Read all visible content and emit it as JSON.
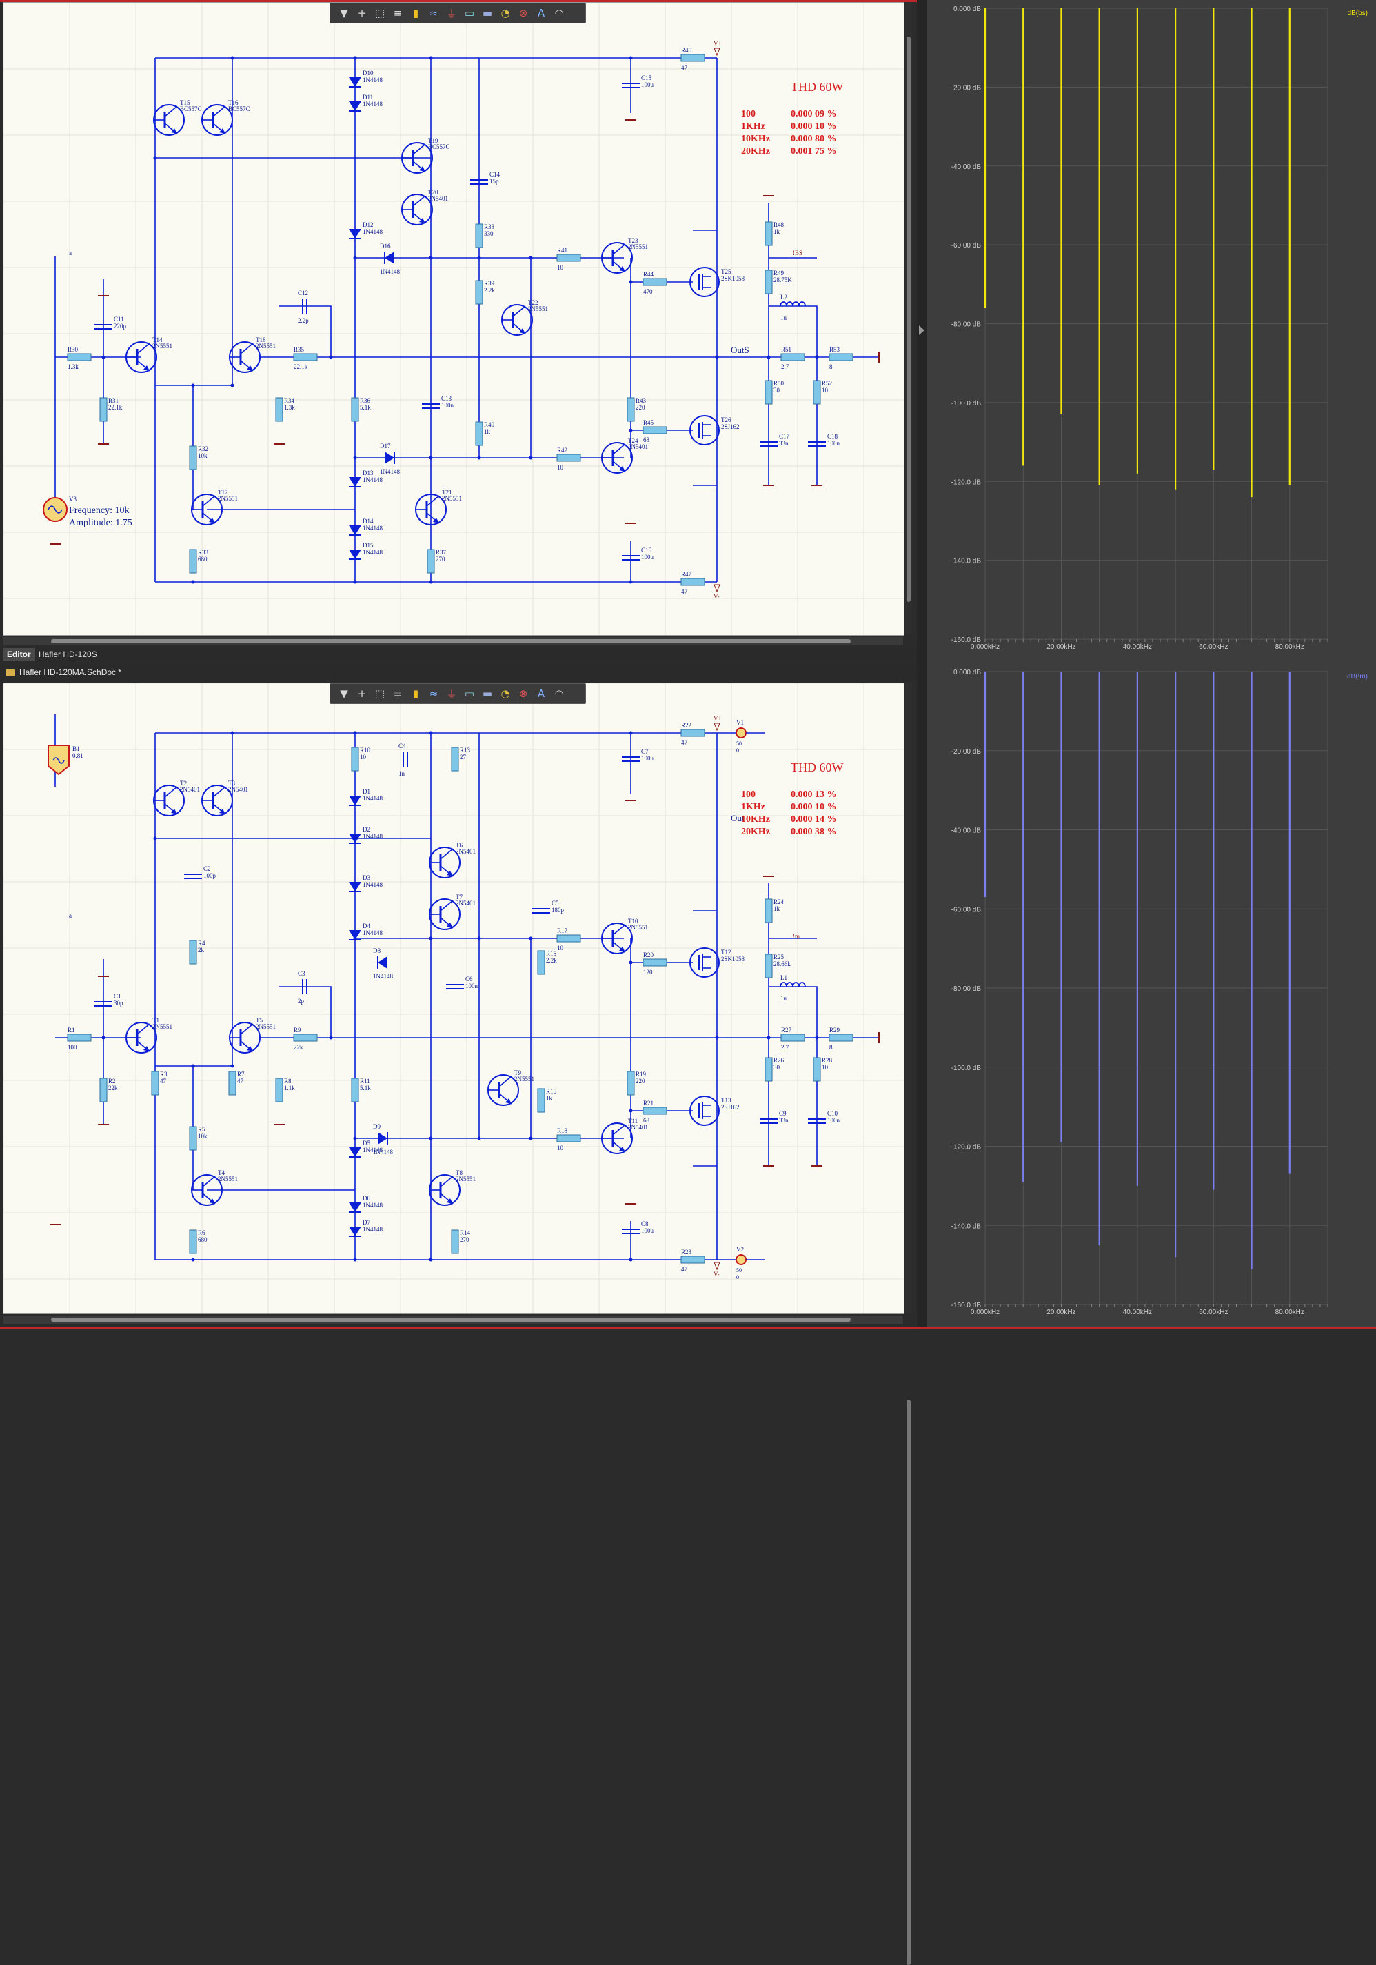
{
  "colors": {
    "wire": "#0b1fd6",
    "text": "#0b1f8e",
    "red": "#d81f1f",
    "resistor": "#7dc6e8",
    "rail": "#8a1818",
    "yellowSeries": "#f2e60a",
    "blueSeries": "#7b7ff0"
  },
  "tabs": {
    "editor": "Editor",
    "project": "Hafler HD-120S"
  },
  "document": {
    "name": "Hafler HD-120MA.SchDoc *"
  },
  "toolbar_icons": [
    "filter-icon",
    "plus-icon",
    "select-rect-icon",
    "align-icon",
    "component-icon",
    "bus-icon",
    "ground-icon",
    "port-icon",
    "net-icon",
    "tag-icon",
    "probe-icon",
    "text-icon",
    "arc-icon"
  ],
  "schematic_top": {
    "thd": {
      "title": "THD 60W",
      "rows": [
        {
          "f": "100",
          "v": "0.000 09 %"
        },
        {
          "f": "1KHz",
          "v": "0.000 10 %"
        },
        {
          "f": "10KHz",
          "v": "0.000 80 %"
        },
        {
          "f": "20KHz",
          "v": "0.001 75 %"
        }
      ]
    },
    "source": {
      "ref": "V3",
      "freq": "Frequency: 10k",
      "amp": "Amplitude: 1.75"
    },
    "labels": {
      "in": "a",
      "out": "OutS",
      "probe": "!BS",
      "vplus": "V+",
      "vminus": "V-"
    },
    "resistors": [
      {
        "ref": "R30",
        "val": "1.3k"
      },
      {
        "ref": "R31",
        "val": "22.1k"
      },
      {
        "ref": "R32",
        "val": "10k"
      },
      {
        "ref": "R33",
        "val": "680"
      },
      {
        "ref": "R34",
        "val": "1.3k"
      },
      {
        "ref": "R35",
        "val": "22.1k"
      },
      {
        "ref": "R36",
        "val": "5.1k"
      },
      {
        "ref": "R37",
        "val": "270"
      },
      {
        "ref": "R38",
        "val": "330"
      },
      {
        "ref": "R39",
        "val": "2.2k"
      },
      {
        "ref": "R40",
        "val": "1k"
      },
      {
        "ref": "R41",
        "val": "10"
      },
      {
        "ref": "R42",
        "val": "10"
      },
      {
        "ref": "R43",
        "val": "220"
      },
      {
        "ref": "R44",
        "val": "470"
      },
      {
        "ref": "R45",
        "val": "68"
      },
      {
        "ref": "R46",
        "val": "47"
      },
      {
        "ref": "R47",
        "val": "47"
      },
      {
        "ref": "R48",
        "val": "1k"
      },
      {
        "ref": "R49",
        "val": "28.75K"
      },
      {
        "ref": "R50",
        "val": "30"
      },
      {
        "ref": "R51",
        "val": "2.7"
      },
      {
        "ref": "R52",
        "val": "10"
      },
      {
        "ref": "R53",
        "val": "8"
      }
    ],
    "capacitors": [
      {
        "ref": "C11",
        "val": "220p"
      },
      {
        "ref": "C12",
        "val": "2.2p"
      },
      {
        "ref": "C13",
        "val": "100n"
      },
      {
        "ref": "C14",
        "val": "15p"
      },
      {
        "ref": "C15",
        "val": "100u"
      },
      {
        "ref": "C16",
        "val": "100u"
      },
      {
        "ref": "C17",
        "val": "33n"
      },
      {
        "ref": "C18",
        "val": "100n"
      }
    ],
    "inductor": {
      "ref": "L2",
      "val": "1u"
    },
    "transistors": [
      {
        "ref": "T14",
        "type": "2N5551"
      },
      {
        "ref": "T15",
        "type": "BC557C"
      },
      {
        "ref": "T16",
        "type": "BC557C"
      },
      {
        "ref": "T17",
        "type": "2N5551"
      },
      {
        "ref": "T18",
        "type": "2N5551"
      },
      {
        "ref": "T19",
        "type": "BC557C"
      },
      {
        "ref": "T20",
        "type": "2N5401"
      },
      {
        "ref": "T21",
        "type": "2N5551"
      },
      {
        "ref": "T22",
        "type": "2N5551"
      },
      {
        "ref": "T23",
        "type": "2N5551"
      },
      {
        "ref": "T24",
        "type": "2N5401"
      },
      {
        "ref": "T25",
        "type": "2SK1058"
      },
      {
        "ref": "T26",
        "type": "2SJ162"
      }
    ],
    "diodes": [
      {
        "ref": "D10",
        "type": "1N4148"
      },
      {
        "ref": "D11",
        "type": "1N4148"
      },
      {
        "ref": "D12",
        "type": "1N4148"
      },
      {
        "ref": "D13",
        "type": "1N4148"
      },
      {
        "ref": "D14",
        "type": "1N4148"
      },
      {
        "ref": "D15",
        "type": "1N4148"
      },
      {
        "ref": "D16",
        "type": "1N4148"
      },
      {
        "ref": "D17",
        "type": "1N4148"
      }
    ]
  },
  "schematic_bottom": {
    "thd": {
      "title": "THD 60W",
      "rows": [
        {
          "f": "100",
          "v": "0.000 13 %"
        },
        {
          "f": "1KHz",
          "v": "0.000 10 %"
        },
        {
          "f": "10KHz",
          "v": "0.000 14 %"
        },
        {
          "f": "20KHz",
          "v": "0.000 38 %"
        }
      ]
    },
    "source": {
      "ref": "B1",
      "val": "0.81"
    },
    "labels": {
      "in": "a",
      "out": "Out",
      "probe": "!m",
      "vplus": "V+",
      "vminus": "V-"
    },
    "supplies": [
      {
        "ref": "V1",
        "v": "50",
        "z": "0"
      },
      {
        "ref": "V2",
        "v": "50",
        "z": "0"
      }
    ],
    "resistors": [
      {
        "ref": "R1",
        "val": "100"
      },
      {
        "ref": "R2",
        "val": "22k"
      },
      {
        "ref": "R3",
        "val": "47"
      },
      {
        "ref": "R4",
        "val": "2k"
      },
      {
        "ref": "R5",
        "val": "10k"
      },
      {
        "ref": "R6",
        "val": "680"
      },
      {
        "ref": "R7",
        "val": "47"
      },
      {
        "ref": "R8",
        "val": "1.1k"
      },
      {
        "ref": "R9",
        "val": "22k"
      },
      {
        "ref": "R10",
        "val": "10"
      },
      {
        "ref": "R11",
        "val": "5.1k"
      },
      {
        "ref": "R13",
        "val": "27"
      },
      {
        "ref": "R14",
        "val": "270"
      },
      {
        "ref": "R15",
        "val": "2.2k"
      },
      {
        "ref": "R16",
        "val": "1k"
      },
      {
        "ref": "R17",
        "val": "10"
      },
      {
        "ref": "R18",
        "val": "10"
      },
      {
        "ref": "R19",
        "val": "220"
      },
      {
        "ref": "R20",
        "val": "120"
      },
      {
        "ref": "R21",
        "val": "68"
      },
      {
        "ref": "R22",
        "val": "47"
      },
      {
        "ref": "R23",
        "val": "47"
      },
      {
        "ref": "R24",
        "val": "1k"
      },
      {
        "ref": "R25",
        "val": "28.66k"
      },
      {
        "ref": "R26",
        "val": "30"
      },
      {
        "ref": "R27",
        "val": "2.7"
      },
      {
        "ref": "R28",
        "val": "10"
      },
      {
        "ref": "R29",
        "val": "8"
      }
    ],
    "capacitors": [
      {
        "ref": "C1",
        "val": "30p"
      },
      {
        "ref": "C2",
        "val": "100p"
      },
      {
        "ref": "C3",
        "val": "2p"
      },
      {
        "ref": "C4",
        "val": "1n"
      },
      {
        "ref": "C5",
        "val": "180p"
      },
      {
        "ref": "C6",
        "val": "100n"
      },
      {
        "ref": "C7",
        "val": "100u"
      },
      {
        "ref": "C8",
        "val": "100u"
      },
      {
        "ref": "C9",
        "val": "33n"
      },
      {
        "ref": "C10",
        "val": "100n"
      }
    ],
    "inductor": {
      "ref": "L1",
      "val": "1u"
    },
    "transistors": [
      {
        "ref": "T1",
        "type": "2N5551"
      },
      {
        "ref": "T2",
        "type": "2N5401"
      },
      {
        "ref": "T3",
        "type": "2N5401"
      },
      {
        "ref": "T4",
        "type": "2N5551"
      },
      {
        "ref": "T5",
        "type": "2N5551"
      },
      {
        "ref": "T6",
        "type": "2N5401"
      },
      {
        "ref": "T7",
        "type": "2N5401"
      },
      {
        "ref": "T8",
        "type": "2N5551"
      },
      {
        "ref": "T9",
        "type": "2N5551"
      },
      {
        "ref": "T10",
        "type": "2N5551"
      },
      {
        "ref": "T11",
        "type": "2N5401"
      },
      {
        "ref": "T12",
        "type": "2SK1058"
      },
      {
        "ref": "T13",
        "type": "2SJ162"
      }
    ],
    "diodes": [
      {
        "ref": "D1",
        "type": "1N4148"
      },
      {
        "ref": "D2",
        "type": "1N4148"
      },
      {
        "ref": "D3",
        "type": "1N4148"
      },
      {
        "ref": "D4",
        "type": "1N4148"
      },
      {
        "ref": "D5",
        "type": "1N4148"
      },
      {
        "ref": "D6",
        "type": "1N4148"
      },
      {
        "ref": "D7",
        "type": "1N4148"
      },
      {
        "ref": "D8",
        "type": "1N4148"
      },
      {
        "ref": "D9",
        "type": "1N4148"
      }
    ]
  },
  "chart_data": [
    {
      "type": "bar",
      "title": "",
      "unit_label": "dB(bs)",
      "color": "#f2e60a",
      "yticks": [
        "0.000 dB",
        "-20.00 dB",
        "-40.00 dB",
        "-60.00 dB",
        "-80.00 dB",
        "-100.0 dB",
        "-120.0 dB",
        "-140.0 dB",
        "-160.0 dB"
      ],
      "xticks": [
        "0.000kHz",
        "20.00kHz",
        "40.00kHz",
        "60.00kHz",
        "80.00kHz"
      ],
      "xlim": [
        0,
        90
      ],
      "ylim": [
        -160,
        0
      ],
      "x": [
        0,
        10,
        20,
        30,
        40,
        50,
        60,
        70,
        80
      ],
      "values": [
        -76,
        -116,
        -103,
        -121,
        -118,
        -122,
        -117,
        -124,
        -121
      ]
    },
    {
      "type": "bar",
      "title": "",
      "unit_label": "dB(!m)",
      "color": "#7b7ff0",
      "yticks": [
        "0.000 dB",
        "-20.00 dB",
        "-40.00 dB",
        "-60.00 dB",
        "-80.00 dB",
        "-100.0 dB",
        "-120.0 dB",
        "-140.0 dB",
        "-160.0 dB"
      ],
      "xticks": [
        "0.000kHz",
        "20.00kHz",
        "40.00kHz",
        "60.00kHz",
        "80.00kHz"
      ],
      "xlim": [
        0,
        90
      ],
      "ylim": [
        -160,
        0
      ],
      "x": [
        0,
        10,
        20,
        30,
        40,
        50,
        60,
        70,
        80
      ],
      "values": [
        -57,
        -129,
        -119,
        -145,
        -130,
        -148,
        -131,
        -151,
        -127
      ]
    }
  ]
}
